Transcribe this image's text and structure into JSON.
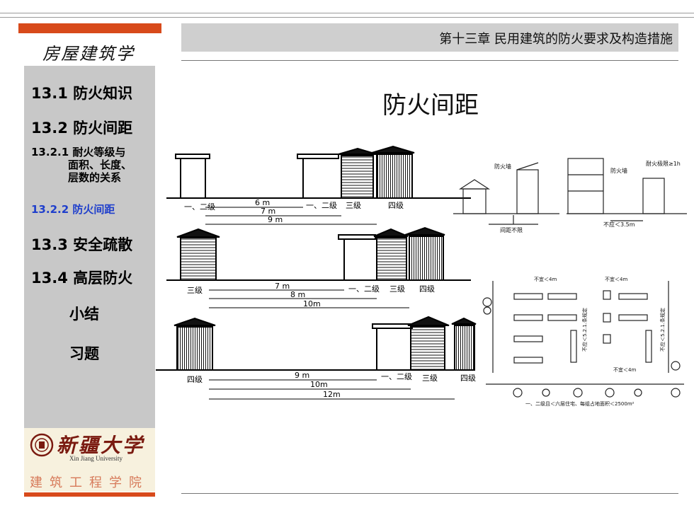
{
  "header": {
    "chapter_title": "第十三章 民用建筑的防火要求及构造措施"
  },
  "brand": {
    "title": "房屋建筑学"
  },
  "sidebar": {
    "items": [
      {
        "label": "13.1 防火知识"
      },
      {
        "label": "13.2 防火间距"
      },
      {
        "label": "13.2.1 耐火等级与",
        "line2": "面积、长度、",
        "line3": "层数的关系"
      },
      {
        "label": "13.2.2 防火间距"
      },
      {
        "label": "13.3 安全疏散"
      },
      {
        "label": "13.4 高层防火"
      },
      {
        "label": "小结"
      },
      {
        "label": "习题"
      }
    ]
  },
  "logo": {
    "university": "新疆大学",
    "english": "Xin Jiang University",
    "college": "建筑工程学院"
  },
  "main": {
    "title": "防火间距"
  },
  "diagram_rows": [
    {
      "left_label": "一、二级",
      "mid_labels": [
        "一、二级",
        "三级",
        "四级"
      ],
      "dims": [
        "6 m",
        "7 m",
        "9 m"
      ]
    },
    {
      "left_label": "三级",
      "mid_labels": [
        "一、二级",
        "三级",
        "四级"
      ],
      "dims": [
        "7 m",
        "8 m",
        "10m"
      ]
    },
    {
      "left_label": "四级",
      "mid_labels": [
        "一、二级",
        "三级",
        "四级"
      ],
      "dims": [
        "9 m",
        "10m",
        "12m"
      ]
    }
  ],
  "inset_top": {
    "firewall": "防火墙",
    "firewall2": "防火墙",
    "spacing_unlimited": "间距不限",
    "not_less": "不应＜3.5m",
    "fire_rating": "耐火极限≥1h"
  },
  "inset_bottom": {
    "max4_a": "不宜＜4m",
    "max4_b": "不宜＜4m",
    "max4_c": "不宜＜4m",
    "side_a": "不应＜5.2.1.条规定",
    "side_b": "不应＜5.2.1.条规定",
    "caption": "一、二级且＜六层住宅、每组占地面积＜2500m²"
  }
}
